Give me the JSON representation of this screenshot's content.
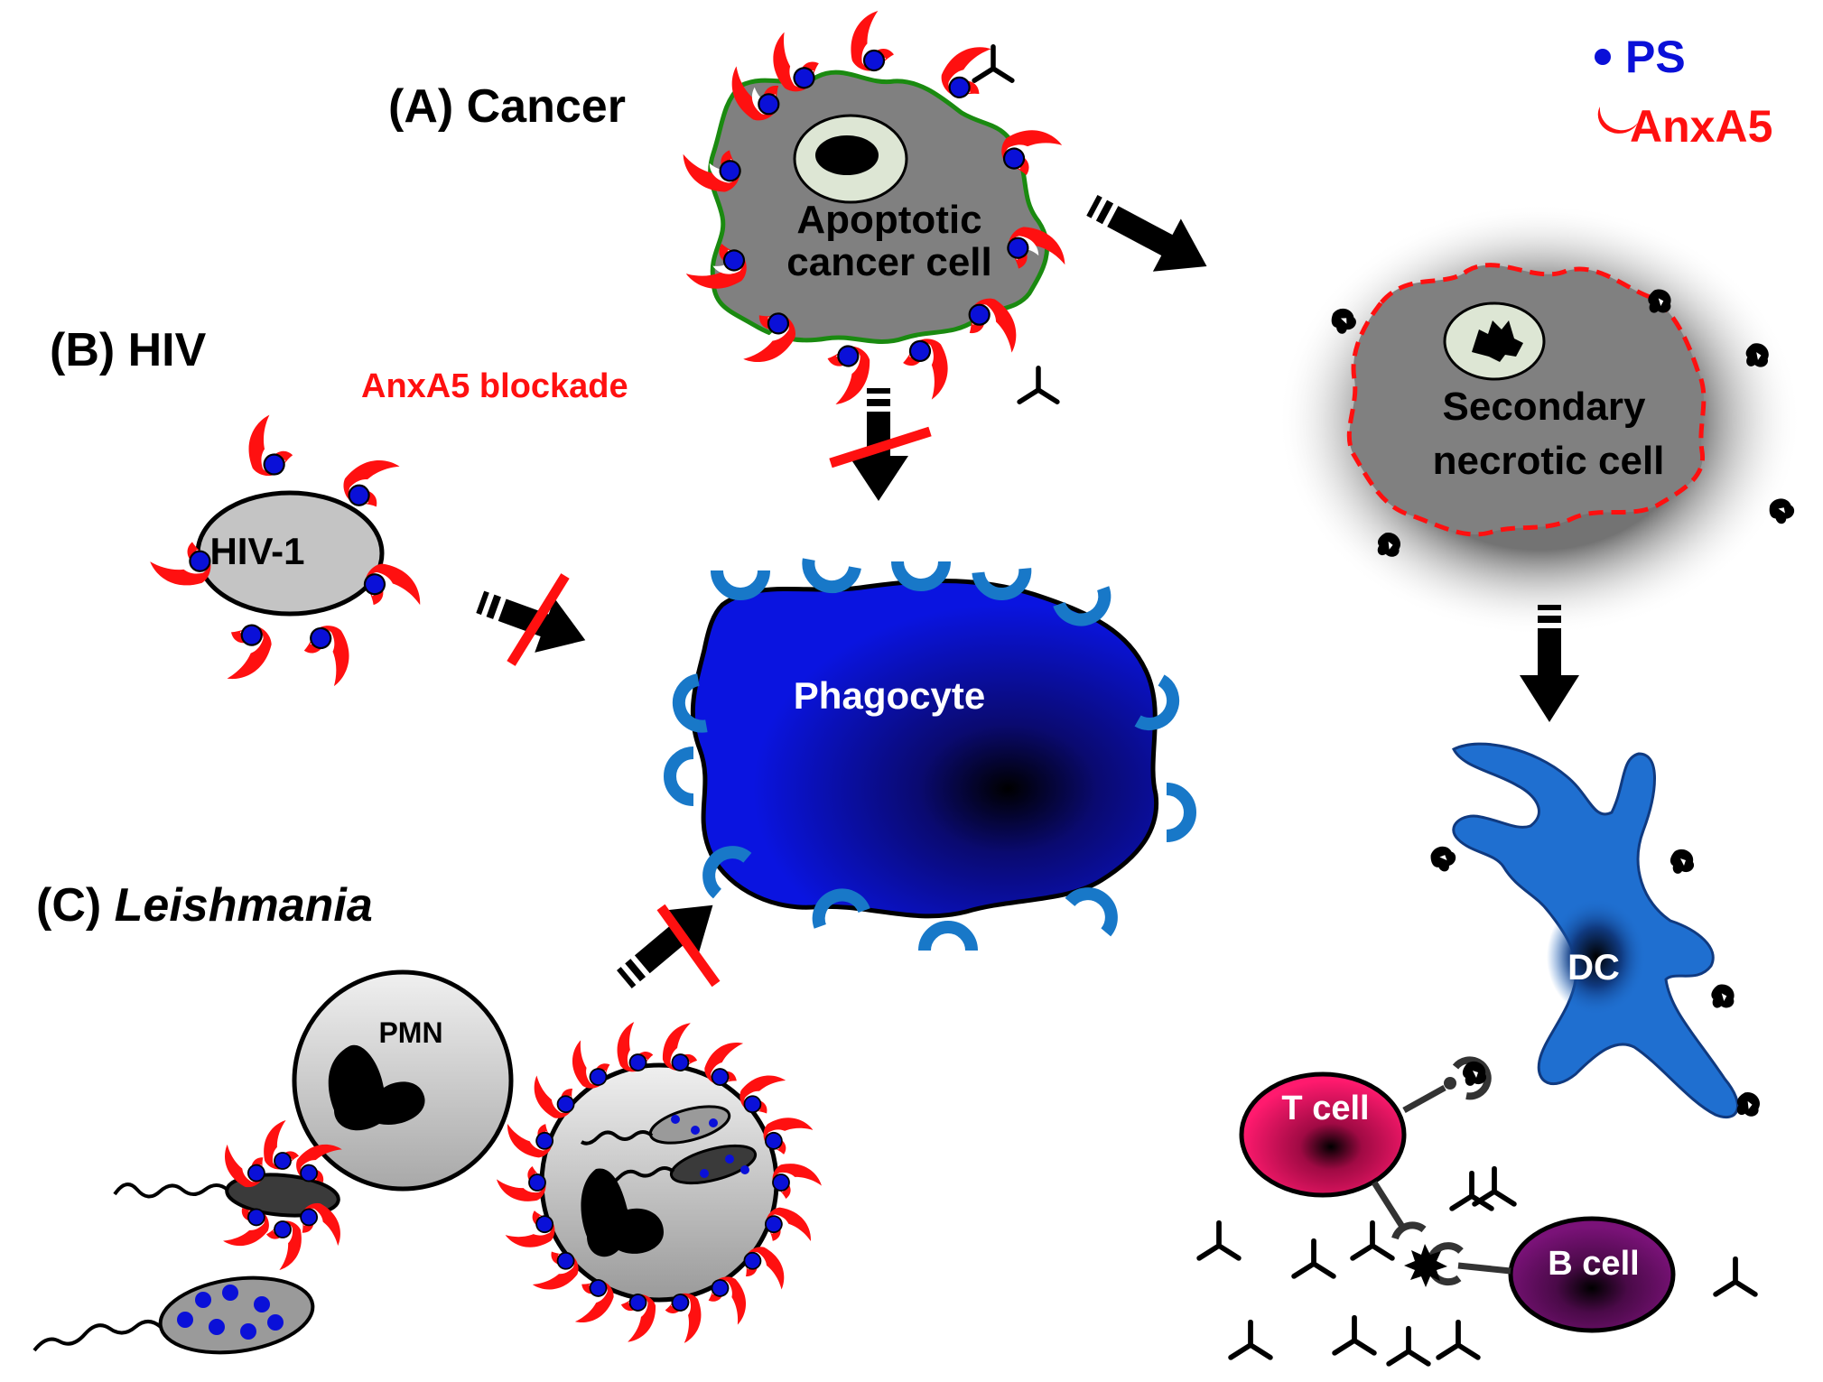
{
  "panels": {
    "cancer": {
      "label": "(A) Cancer"
    },
    "hiv": {
      "label": "(B) HIV"
    },
    "leishmania": {
      "prefix": "(C) ",
      "italic": "Leishmania"
    }
  },
  "legend": {
    "ps": "PS",
    "anxa5": "AnxA5",
    "ps_color": "#0a10d8",
    "anxa5_color": "#ff1010"
  },
  "blockade_label": "AnxA5 blockade",
  "cells": {
    "apoptotic_line1": "Apoptotic",
    "apoptotic_line2": "cancer cell",
    "necrotic_line1": "Secondary",
    "necrotic_line2": "necrotic cell",
    "phagocyte": "Phagocyte",
    "hiv1": "HIV-1",
    "pmn": "PMN",
    "dc": "DC",
    "tcell": "T cell",
    "bcell": "B cell"
  },
  "colors": {
    "apoptotic_border": "#1a8a10",
    "necrotic_border": "#ff1010",
    "phagocyte": "#0a14e0",
    "receptor": "#1878c8",
    "dc": "#1f6fd0",
    "tcell": "#ff1a6e",
    "bcell": "#7a1278"
  }
}
